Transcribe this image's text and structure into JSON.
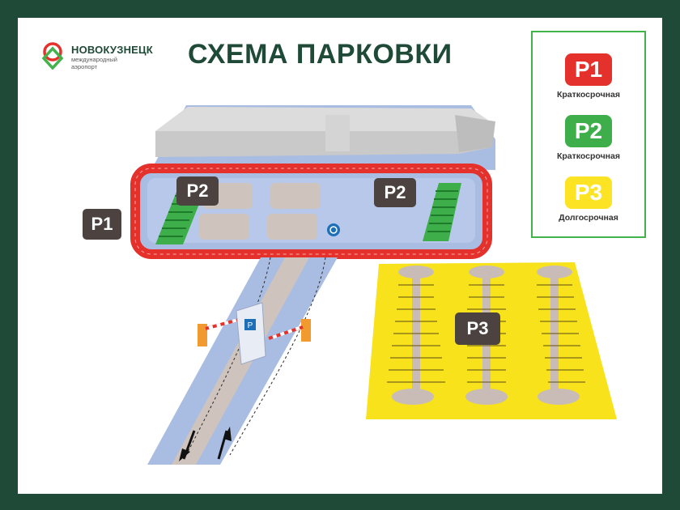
{
  "brand": {
    "name": "НОВОКУЗНЕЦК",
    "subtitle": "международный аэропорт"
  },
  "title": "СХЕМА ПАРКОВКИ",
  "legend": [
    {
      "code": "P1",
      "caption": "Краткосрочная",
      "color": "#e5312b"
    },
    {
      "code": "P2",
      "caption": "Краткосрочная",
      "color": "#3dae49"
    },
    {
      "code": "P3",
      "caption": "Долгосрочная",
      "color": "#fce425"
    }
  ],
  "map_labels": {
    "p1": "P1",
    "p2_left": "P2",
    "p2_right": "P2",
    "p3": "P3"
  },
  "colors": {
    "frame": "#1f4a37",
    "accent_green": "#42b24a",
    "road": "#a9bde3",
    "building": "#d8d8d8",
    "label_bg": "#4c4240"
  }
}
